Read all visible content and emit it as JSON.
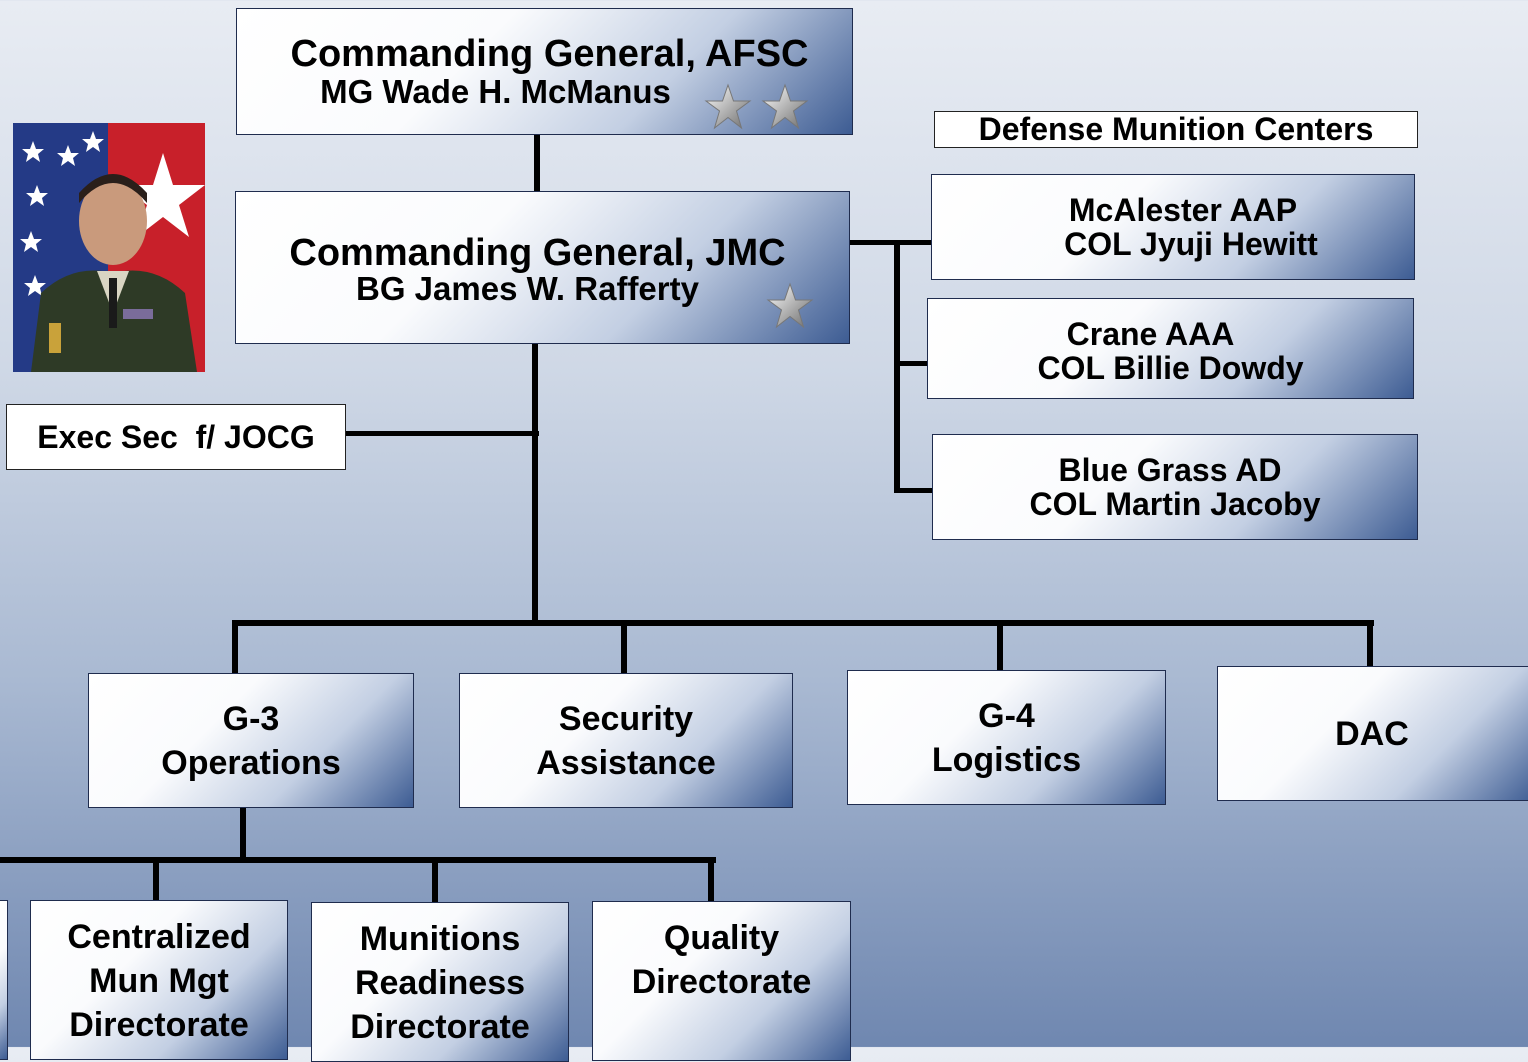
{
  "afsc": {
    "title": "Commanding General, AFSC",
    "name": "MG Wade H. McManus"
  },
  "jmc": {
    "title": "Commanding General, JMC",
    "name": "BG James W. Rafferty"
  },
  "exec_sec": "Exec Sec  f/ JOCG",
  "dmc_header": "Defense Munition Centers",
  "munition_centers": [
    {
      "title": "McAlester AAP",
      "commander": "COL Jyuji Hewitt"
    },
    {
      "title": "Crane AAA",
      "commander": "COL Billie Dowdy"
    },
    {
      "title": "Blue Grass AD",
      "commander": "COL Martin Jacoby"
    }
  ],
  "staff": [
    {
      "line1": "G-3",
      "line2": "Operations"
    },
    {
      "line1": "Security",
      "line2": "Assistance"
    },
    {
      "line1": "G-4",
      "line2": "Logistics"
    },
    {
      "line1": "DAC",
      "line2": ""
    }
  ],
  "directorates": [
    {
      "line1": "Centralized",
      "line2": "Mun Mgt",
      "line3": "Directorate"
    },
    {
      "line1": "Munitions",
      "line2": "Readiness",
      "line3": "Directorate"
    },
    {
      "line1": "Quality",
      "line2": "Directorate",
      "line3": ""
    }
  ],
  "colors": {
    "box_dark": "#3d5c93",
    "line": "#000000",
    "background_top": "#e8ecf3",
    "background_bottom": "#6f87b0"
  }
}
